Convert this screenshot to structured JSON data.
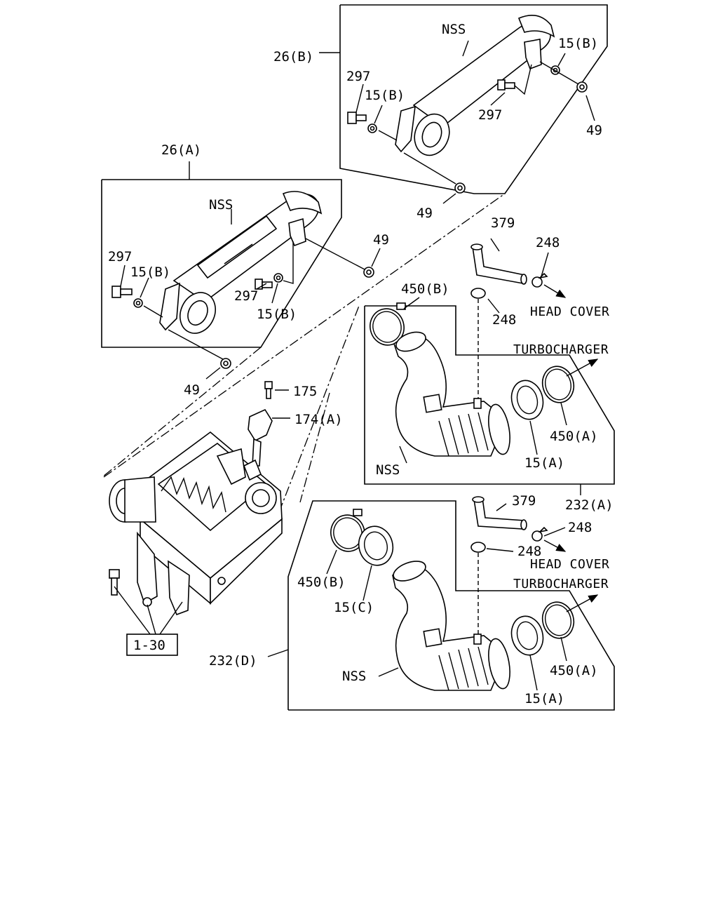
{
  "diagram": {
    "labels": {
      "grp_26b": "26(B)",
      "grp_26a": "26(A)",
      "grp_232a": "232(A)",
      "grp_232d": "232(D)",
      "nss_26b": "NSS",
      "nss_26a": "NSS",
      "nss_232a": "NSS",
      "nss_232d": "NSS",
      "p297_b1": "297",
      "p297_b2": "297",
      "p297_a1": "297",
      "p297_a2": "297",
      "p15b_b1": "15(B)",
      "p15b_b2": "15(B)",
      "p15b_a1": "15(B)",
      "p15b_a2": "15(B)",
      "p49_b1": "49",
      "p49_b2": "49",
      "p49_a1": "49",
      "p49_a2": "49",
      "p379_a": "379",
      "p379_d": "379",
      "p248_a1": "248",
      "p248_a2": "248",
      "p248_d1": "248",
      "p248_d2": "248",
      "head_cover_a": "HEAD COVER",
      "head_cover_d": "HEAD COVER",
      "turbo_a": "TURBOCHARGER",
      "turbo_d": "TURBOCHARGER",
      "p450b_a": "450(B)",
      "p450b_d": "450(B)",
      "p450a_a": "450(A)",
      "p450a_d": "450(A)",
      "p15a_a": "15(A)",
      "p15a_d": "15(A)",
      "p15c_d": "15(C)",
      "p175": "175",
      "p174a": "174(A)",
      "ref_130": "1-30"
    }
  }
}
